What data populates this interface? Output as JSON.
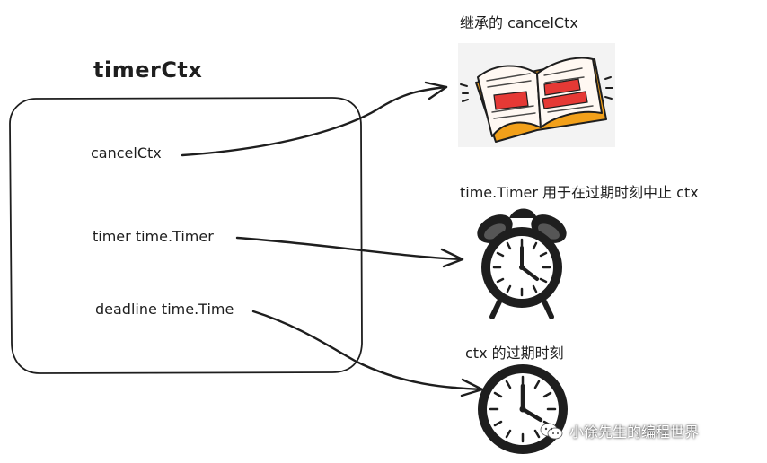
{
  "title": "timerCtx",
  "fields": [
    {
      "label": "cancelCtx"
    },
    {
      "label": "timer time.Timer"
    },
    {
      "label": "deadline time.Time"
    }
  ],
  "annotations": [
    {
      "label": "继承的 cancelCtx",
      "icon": "book-icon"
    },
    {
      "label": "time.Timer 用于在过期时刻中止 ctx",
      "icon": "alarm-clock-icon"
    },
    {
      "label": "ctx 的过期时刻",
      "icon": "clock-icon"
    }
  ],
  "watermark": {
    "text": "小徐先生的编程世界",
    "icon": "wechat-icon"
  },
  "colors": {
    "stroke": "#1e1e1e",
    "book_red": "#e53935",
    "book_cover": "#f2a01a",
    "book_page": "#fff8f2",
    "book_bg": "#f3f3f3",
    "clock_face": "#ffffff"
  }
}
